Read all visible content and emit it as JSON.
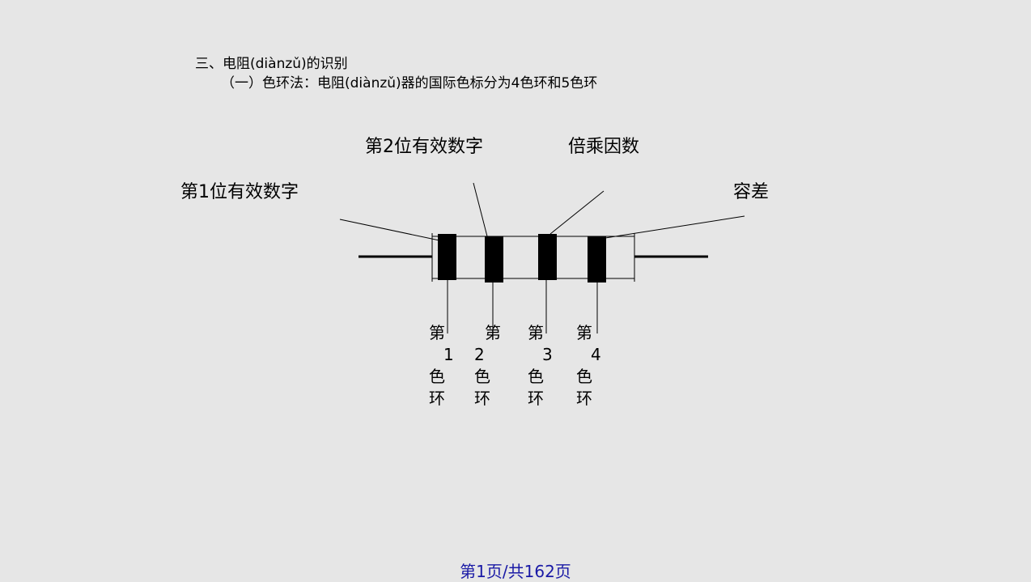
{
  "heading": "三、电阻(diànzǔ)的识别",
  "subheading": "（一）色环法：电阻(diànzǔ)器的国际色标分为4色环和5色环",
  "callouts": {
    "digit1": "第1位有效数字",
    "digit2": "第2位有效数字",
    "multiplier": "倍乘因数",
    "tolerance": "容差"
  },
  "rings": [
    {
      "line1": "第",
      "num": "1",
      "line3": "色",
      "line4": "环"
    },
    {
      "line1": "第",
      "num": "2",
      "line3": "色",
      "line4": "环"
    },
    {
      "line1": "第",
      "num": "3",
      "line3": "色",
      "line4": "环"
    },
    {
      "line1": "第",
      "num": "4",
      "line3": "色",
      "line4": "环"
    }
  ],
  "colors": {
    "background": "#e6e6e6",
    "band": "#000000",
    "footer": "#1a1aa6"
  },
  "footer": "第1页/共162页"
}
